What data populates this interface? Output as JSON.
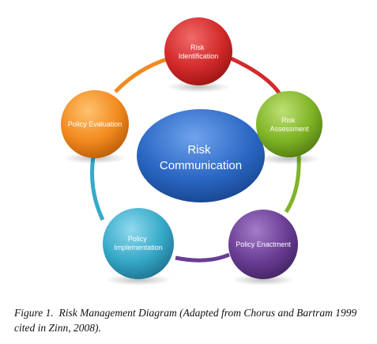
{
  "diagram": {
    "center": {
      "lines": [
        "Risk",
        "Communication"
      ],
      "color": "#2a67c4"
    },
    "nodes": [
      {
        "id": "risk-identification",
        "lines": [
          "Risk",
          "Identification"
        ],
        "color": "#d32a2a"
      },
      {
        "id": "risk-assessment",
        "lines": [
          "Risk",
          "Assessment"
        ],
        "color": "#7fb426"
      },
      {
        "id": "policy-enactment",
        "lines": [
          "Policy Enactment"
        ],
        "color": "#6a3d94"
      },
      {
        "id": "policy-implementation",
        "lines": [
          "Policy",
          "Implementation"
        ],
        "color": "#36a9c8"
      },
      {
        "id": "policy-evaluation",
        "lines": [
          "Policy Evaluation"
        ],
        "color": "#f28a1e"
      }
    ]
  },
  "caption": {
    "label": "Figure 1.",
    "text": "Risk Management Diagram (Adapted from Chorus and Bartram 1999 cited in Zinn, 2008)."
  }
}
